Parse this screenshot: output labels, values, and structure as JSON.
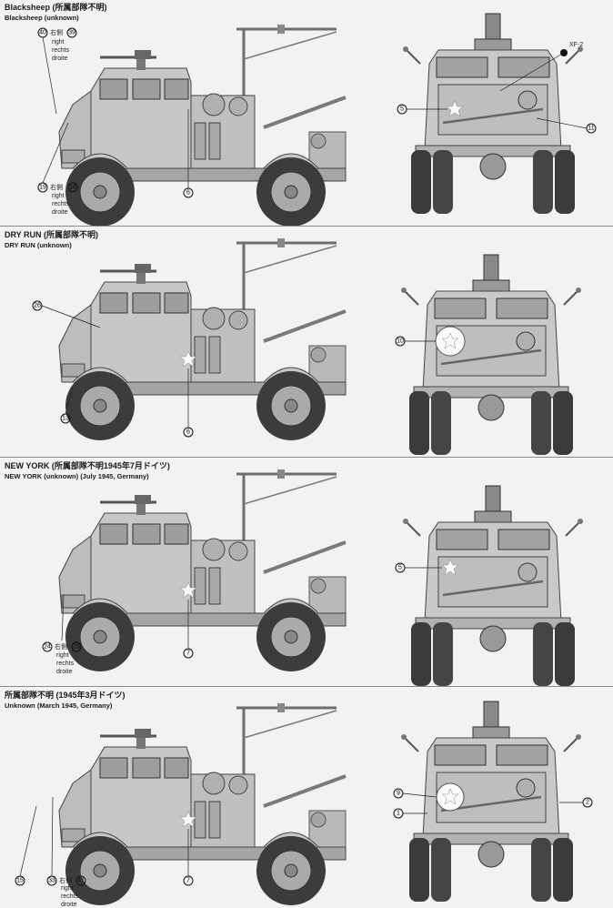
{
  "panels": [
    {
      "title": "Blacksheep (所属部隊不明)",
      "subtitle": "Blacksheep (unknown)",
      "side_callouts": {
        "upper": {
          "left": "40",
          "right": "39"
        },
        "lower": {
          "left": "19",
          "right": "18"
        },
        "body": "6"
      },
      "directions": [
        "right",
        "rechts",
        "droite"
      ],
      "right_word_jp": "右側",
      "front_callouts": {
        "paint": "XF-2",
        "left": "5",
        "right": "11"
      }
    },
    {
      "title": "DRY RUN (所属部隊不明)",
      "subtitle": "DRY RUN (unknown)",
      "side_callouts": {
        "a": "26",
        "b": "13",
        "body": "6"
      },
      "front_callouts": {
        "left": "10"
      }
    },
    {
      "title": "NEW YORK (所属部隊不明1945年7月ドイツ)",
      "subtitle": "NEW YORK (unknown) (July 1945, Germany)",
      "side_callouts": {
        "lower": {
          "left": "24",
          "right": "25"
        },
        "body": "7"
      },
      "directions": [
        "right",
        "rechts",
        "droite"
      ],
      "right_word_jp": "右側",
      "front_callouts": {
        "left": "5"
      }
    },
    {
      "title": "所属部隊不明 (1945年3月ドイツ)",
      "subtitle": "Unknown (March 1945, Germany)",
      "side_callouts": {
        "a": "15",
        "lower": {
          "left": "33",
          "right": "41"
        },
        "body": "7"
      },
      "directions": [
        "right",
        "rechts",
        "droite"
      ],
      "right_word_jp": "右側",
      "front_callouts": {
        "left1": "9",
        "left2": "1",
        "right": "2"
      }
    }
  ]
}
